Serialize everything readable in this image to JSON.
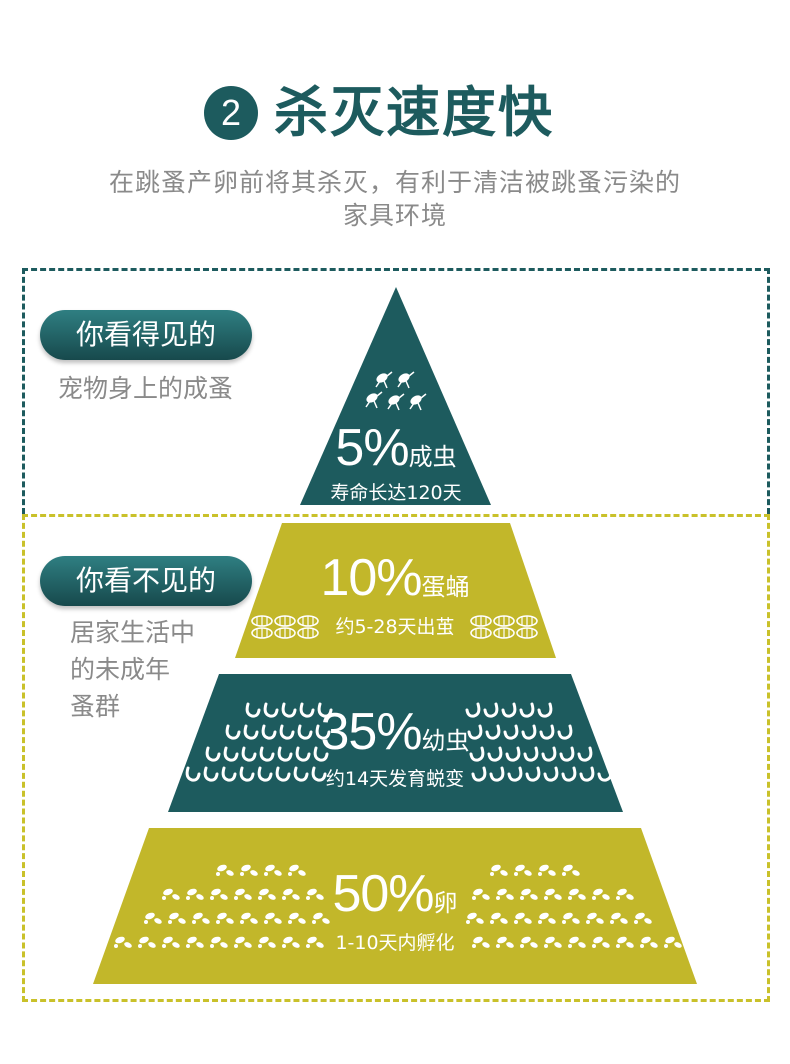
{
  "heading": {
    "number": "2",
    "title": "杀灭速度快"
  },
  "subtitle": {
    "line1": "在跳蚤产卵前将其杀灭，有利于清洁被跳蚤污染的",
    "line2": "家具环境"
  },
  "visible_section": {
    "pill": "你看得见的",
    "note": "宠物身上的成蚤"
  },
  "invisible_section": {
    "pill": "你看不见的",
    "note_lines": [
      "居家生活中",
      "的未成年",
      "蚤群"
    ]
  },
  "colors": {
    "teal": "#1d5b5e",
    "olive": "#c2b72a",
    "gray_text": "#8a8a8a"
  },
  "pyramid": [
    {
      "percent": "5%",
      "stage": "成虫",
      "desc": "寿命长达120天",
      "icon": "flea-icon"
    },
    {
      "percent": "10%",
      "stage": "蛋蛹",
      "desc": "约5-28天出茧",
      "icon": "cocoon-icon"
    },
    {
      "percent": "35%",
      "stage": "幼虫",
      "desc": "约14天发育蜕变",
      "icon": "larva-icon"
    },
    {
      "percent": "50%",
      "stage": "卵",
      "desc": "1-10天内孵化",
      "icon": "egg-icon"
    }
  ]
}
